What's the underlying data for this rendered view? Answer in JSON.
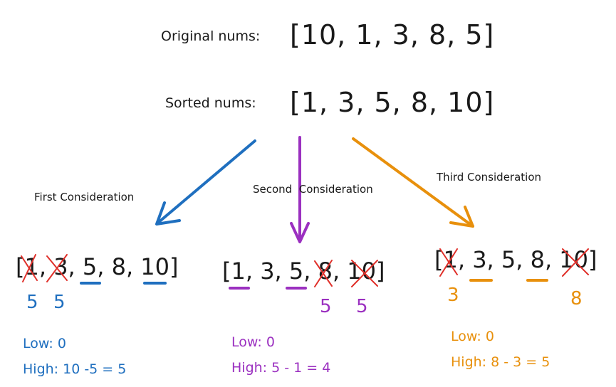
{
  "colors": {
    "text": "#1a1a1a",
    "blue": "#1f6fbf",
    "purple": "#9b30c0",
    "orange": "#e8900c",
    "strike": "#e0302a"
  },
  "original": {
    "label": "Original nums:",
    "value": "[10, 1, 3, 8, 5]"
  },
  "sorted": {
    "label": "Sorted nums:",
    "value": "[1, 3, 5, 8, 10]"
  },
  "considerations": [
    {
      "caption": "First Consideration",
      "tokens": [
        "[",
        "1",
        ",",
        "3",
        ",",
        "5",
        ",",
        "8",
        ",",
        "10",
        "]"
      ],
      "picked": [
        "5",
        "5"
      ],
      "low": "Low: 0",
      "high": "High: 10 -5 = 5"
    },
    {
      "caption": "Second  Consideration",
      "tokens": [
        "[",
        "1",
        ",",
        "3",
        ",",
        "5",
        ",",
        "8",
        ",",
        "10",
        "]"
      ],
      "picked": [
        "5",
        "5"
      ],
      "low": "Low: 0",
      "high": "High: 5 - 1 = 4"
    },
    {
      "caption": "Third Consideration",
      "tokens": [
        "[",
        "1",
        ",",
        "3",
        ",",
        "5",
        ",",
        "8",
        ",",
        "10",
        "]"
      ],
      "picked": [
        "3",
        "8"
      ],
      "low": "Low: 0",
      "high": "High: 8 - 3 = 5"
    }
  ]
}
